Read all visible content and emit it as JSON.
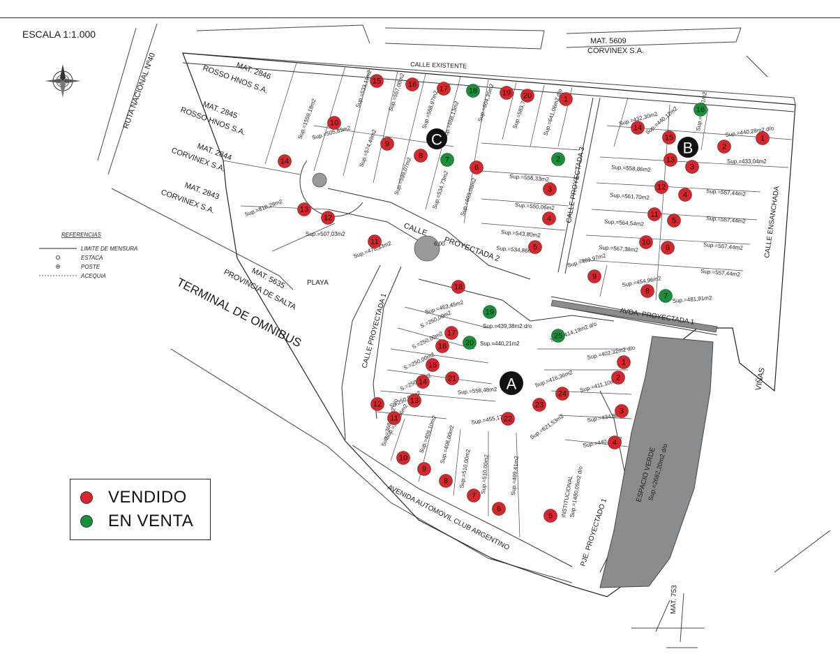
{
  "scale": "ESCALA 1:1.000",
  "references": {
    "title": "REFERENCIAS",
    "items": [
      "LIMITE DE MENSURA",
      "ESTACA",
      "POSTE",
      "ACEQUIA"
    ]
  },
  "legend": {
    "sold_label": "VENDIDO",
    "for_sale_label": "EN VENTA",
    "sold_color": "#d9262b",
    "for_sale_color": "#15913a"
  },
  "colors": {
    "section_marker": "#111111",
    "green_space": "#8a8d90",
    "roundabout": "#9a9a9a"
  },
  "streets": {
    "calle_existente": "CALLE EXISTENTE",
    "ruta": "RUTA NACIONAL Nº40",
    "calle_p3": "CALLE PROYECTADA 3",
    "calle_ensanchada": "CALLE ENSANCHADA",
    "calle_p2_a": "CALLE",
    "calle_p2_b": "PROYECTADA 2",
    "calle_p1": "CALLE PROYECTADA 1",
    "avda_p1": "AVDA. PROYECTADA 1",
    "av_aca": "AVENIDA AUTOMOVIL CLUB ARGENTINO",
    "pje_p1": "PJE. PROYECTADO 1",
    "terminal": "TERMINAL DE OMNIBUS",
    "provincia": "PROVINCIA DE SALTA",
    "mat_5635": "MAT. 5635",
    "playa": "PLAYA",
    "vinas": "VIÑAS",
    "mat_753": "MAT. 753"
  },
  "owners": [
    {
      "mat": "MAT. 2846",
      "name": "ROSSO HNOS S.A."
    },
    {
      "mat": "MAT. 2845",
      "name": "ROSSO HNOS S.A."
    },
    {
      "mat": "MAT. 2844",
      "name": "CORVINEX S.A."
    },
    {
      "mat": "MAT. 2843",
      "name": "CORVINEX S.A."
    },
    {
      "mat": "MAT. 5609",
      "name": "CORVINEX S.A."
    }
  ],
  "sections": [
    "A",
    "B",
    "C"
  ],
  "special_areas": {
    "espacio_verde": "ESPACIO VERDE",
    "espacio_verde_sup": "Sup.=2682,20m2 d/o",
    "institucional": "INSTITUCIONAL",
    "institucional_sup": "Sup.=1480,05m2 d/o",
    "roundabout_label": "6,00"
  },
  "lots": [
    {
      "n": "15",
      "s": "sold"
    },
    {
      "n": "16",
      "s": "sold"
    },
    {
      "n": "17",
      "s": "sold"
    },
    {
      "n": "18",
      "s": "sale"
    },
    {
      "n": "19",
      "s": "sold"
    },
    {
      "n": "20",
      "s": "sold"
    },
    {
      "n": "1",
      "s": "sold"
    },
    {
      "n": "10",
      "s": "sold"
    },
    {
      "n": "9",
      "s": "sold"
    },
    {
      "n": "8",
      "s": "sold"
    },
    {
      "n": "7",
      "s": "sale"
    },
    {
      "n": "6",
      "s": "sold"
    },
    {
      "n": "2",
      "s": "sale"
    },
    {
      "n": "3",
      "s": "sold"
    },
    {
      "n": "4",
      "s": "sold"
    },
    {
      "n": "5",
      "s": "sold"
    },
    {
      "n": "14",
      "s": "sold"
    },
    {
      "n": "13",
      "s": "sold"
    },
    {
      "n": "12",
      "s": "sold"
    },
    {
      "n": "11",
      "s": "sold"
    },
    {
      "n": "14",
      "s": "sold"
    },
    {
      "n": "15",
      "s": "sold"
    },
    {
      "n": "16",
      "s": "sale"
    },
    {
      "n": "1",
      "s": "sold"
    },
    {
      "n": "2",
      "s": "sold"
    },
    {
      "n": "13",
      "s": "sold"
    },
    {
      "n": "3",
      "s": "sold"
    },
    {
      "n": "12",
      "s": "sold"
    },
    {
      "n": "4",
      "s": "sold"
    },
    {
      "n": "11",
      "s": "sold"
    },
    {
      "n": "5",
      "s": "sold"
    },
    {
      "n": "10",
      "s": "sold"
    },
    {
      "n": "6",
      "s": "sold"
    },
    {
      "n": "9",
      "s": "sold"
    },
    {
      "n": "8",
      "s": "sold"
    },
    {
      "n": "7",
      "s": "sale"
    },
    {
      "n": "18",
      "s": "sold"
    },
    {
      "n": "19",
      "s": "sale"
    },
    {
      "n": "17",
      "s": "sold"
    },
    {
      "n": "20",
      "s": "sale"
    },
    {
      "n": "16",
      "s": "sold"
    },
    {
      "n": "15",
      "s": "sold"
    },
    {
      "n": "21",
      "s": "sold"
    },
    {
      "n": "14",
      "s": "sold"
    },
    {
      "n": "13",
      "s": "sold"
    },
    {
      "n": "12",
      "s": "sold"
    },
    {
      "n": "11",
      "s": "sold"
    },
    {
      "n": "10",
      "s": "sold"
    },
    {
      "n": "9",
      "s": "sold"
    },
    {
      "n": "8",
      "s": "sold"
    },
    {
      "n": "7",
      "s": "sold"
    },
    {
      "n": "6",
      "s": "sold"
    },
    {
      "n": "5",
      "s": "sold"
    },
    {
      "n": "22",
      "s": "sold"
    },
    {
      "n": "23",
      "s": "sold"
    },
    {
      "n": "24",
      "s": "sold"
    },
    {
      "n": "25",
      "s": "sale"
    },
    {
      "n": "1",
      "s": "sold"
    },
    {
      "n": "2",
      "s": "sold"
    },
    {
      "n": "3",
      "s": "sold"
    },
    {
      "n": "4",
      "s": "sold"
    }
  ],
  "areas": [
    "Sup.=1559,18m2",
    "Sup.=533,11m2",
    "Sup.=557,00m2",
    "Sup.=568,97m2",
    "Sup.=558,13m2",
    "Sup.=604,35m2",
    "Sup.=583,76m2",
    "Sup.=641,06m2 d/o",
    "Sup.=505,83m2",
    "Sup.=574,49m2",
    "Sup.=599,07m2",
    "Sup.=534,73m2",
    "Sup.=603,06m2",
    "Sup.=556,33m2",
    "Sup.=550,06m2",
    "Sup.=543,80m2",
    "Sup.=534,86m2",
    "Sup.=818,29m2",
    "Sup.=507,03m2",
    "Sup.=476,33m2",
    "Sup.=432,30m2",
    "Sup.=440,12m2",
    "Sup.=434,91m2",
    "Sup.=440,28m2 d/o",
    "Sup.=433,04m2",
    "Sup.=558,86m2",
    "Sup.=557,44m2",
    "Sup.=561,70m2",
    "Sup.=557,44m2",
    "Sup.=564,54m2",
    "Sup.=557,44m2",
    "Sup.=567,38m2",
    "Sup.=557,44m2",
    "Sup.=469,97m2",
    "Sup.=454,96m2",
    "Sup.=481,91m2",
    "Sup.=463,45m2",
    "Sup.=439,38m2 d/o",
    "Sup.=440,21m2",
    "S.=250,00m2",
    "S.=250,00m2",
    "S.=250,00m2",
    "S.=250,00m2",
    "S.=250,00m2",
    "Sup.=558,48m2",
    "Sup.=414,19m2 d/o",
    "Sup.=402,32m2 d/o",
    "Sup.=416,36m2",
    "Sup.=411,10m2",
    "Sup.=434,80m2",
    "Sup.=440,41m2",
    "Sup.=621,53m2",
    "Sup.=455,17m2",
    "Sup.=368,74m2 d/o",
    "Sup.=334,86m2",
    "Sup.=409,10m2",
    "Sup.=408,00m2",
    "Sup.=510,00m2",
    "Sup.=510,00m2",
    "Sup.=499,41m2"
  ]
}
